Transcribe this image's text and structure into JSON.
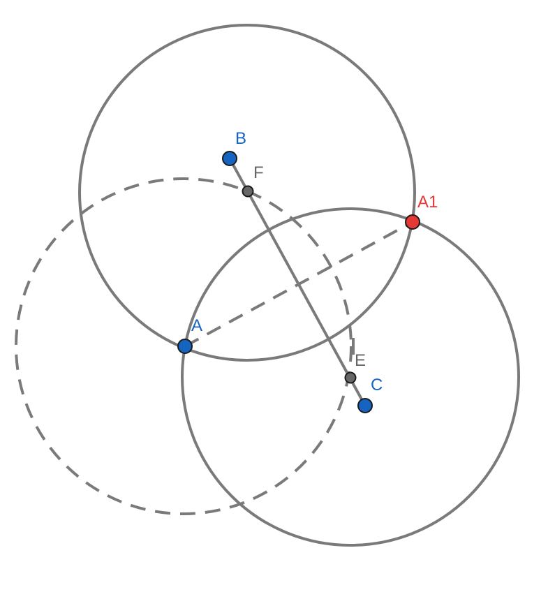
{
  "points": {
    "A": {
      "label": "A",
      "color": "#1565c0"
    },
    "B": {
      "label": "B",
      "color": "#1565c0"
    },
    "C": {
      "label": "C",
      "color": "#1565c0"
    },
    "A1": {
      "label": "A1",
      "color": "#e53935"
    },
    "E": {
      "label": "E",
      "color": "#666666"
    },
    "F": {
      "label": "F",
      "color": "#666666"
    }
  },
  "colors": {
    "stroke": "#7a7a7a",
    "free_point": "#1565c0",
    "reflected_point": "#e53935",
    "helper_point": "#666666"
  }
}
